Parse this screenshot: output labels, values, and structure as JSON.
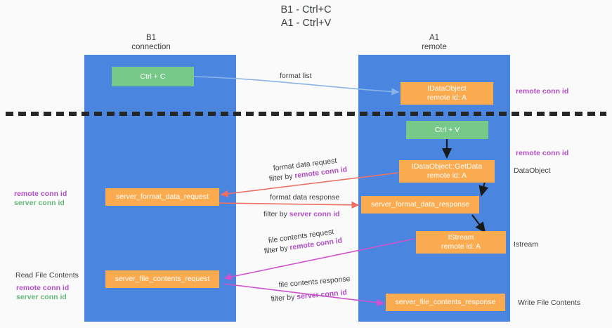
{
  "title": {
    "line1": "B1 - Ctrl+C",
    "line2": "A1 - Ctrl+V"
  },
  "columns": [
    {
      "name": "B1",
      "role": "connection"
    },
    {
      "name": "A1",
      "role": "remote"
    }
  ],
  "nodes": {
    "ctrl_c": {
      "line1": "Ctrl + C"
    },
    "idataobject": {
      "line1": "IDataObject",
      "line2": "remote id: A"
    },
    "ctrl_v": {
      "line1": "Ctrl + V"
    },
    "getdata": {
      "line1": "IDataObject::GetData",
      "line2": "remote id: A"
    },
    "server_format_data_request": {
      "line1": "server_format_data_request"
    },
    "server_format_data_response": {
      "line1": "server_format_data_response"
    },
    "istream": {
      "line1": "IStream",
      "line2": "remote id: A"
    },
    "server_file_contents_request": {
      "line1": "server_file_contents_request"
    },
    "server_file_contents_response": {
      "line1": "server_file_contents_response"
    }
  },
  "edge_labels": {
    "format_list": "format list",
    "format_data_request": "format data request",
    "format_data_request_filter_prefix": "filter by ",
    "format_data_request_filter_key": "remote conn id",
    "format_data_response": "format data response",
    "format_data_response_filter_prefix": "filter by ",
    "format_data_response_filter_key": "server conn id",
    "file_contents_request": "file contents request",
    "file_contents_request_filter_prefix": "filter by ",
    "file_contents_request_filter_key": "remote conn id",
    "file_contents_response": "file contents response",
    "file_contents_response_filter_prefix": "filter by ",
    "file_contents_response_filter_key": "server conn id"
  },
  "side_labels": {
    "right_remote_conn_id_top": "remote conn id",
    "right_remote_conn_id_mid": "remote conn id",
    "right_dataobject": "DataObject",
    "right_istream": "Istream",
    "right_write_file_contents": "Write File Contents",
    "left_remote_conn_id_mid": "remote conn id",
    "left_server_conn_id_mid": "server conn id",
    "left_read_file_contents": "Read File Contents",
    "left_remote_conn_id_bottom": "remote conn id",
    "left_server_conn_id_bottom": "server conn id"
  },
  "colors": {
    "lane": "#4a86e0",
    "green_node": "#76c989",
    "orange_node": "#fbab4f",
    "purple_key": "#b24fc4",
    "green_key": "#67b87a",
    "text": "#3c4043",
    "divider": "#262626",
    "arrow_blue": "#8ab4e8",
    "arrow_red": "#ef6f63",
    "arrow_magenta": "#cf52cf",
    "arrow_black": "#1a1a1a",
    "background": "#fafafa"
  }
}
